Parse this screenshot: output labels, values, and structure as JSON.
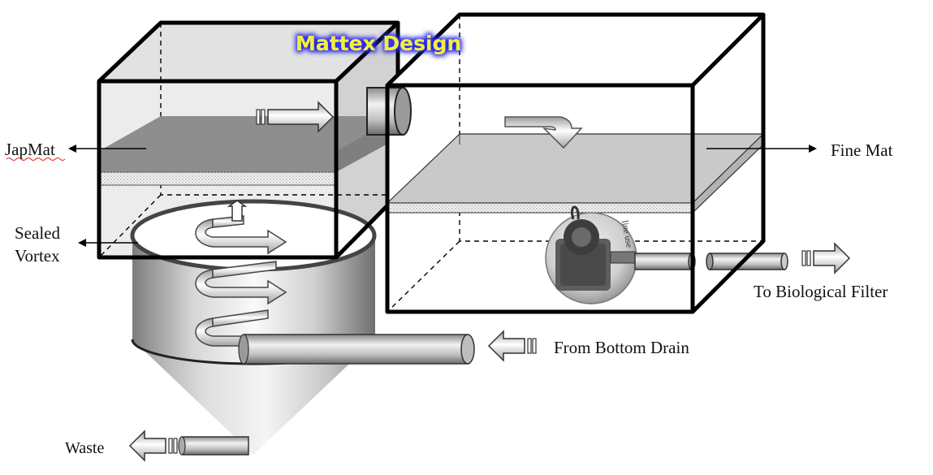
{
  "brand": "Mattex Design",
  "labels": {
    "japmat": "JapMat",
    "fine_mat": "Fine Mat",
    "sealed": "Sealed",
    "vortex": "Vortex",
    "to_bio": "To Biological Filter",
    "from_drain": "From Bottom Drain",
    "waste": "Waste",
    "pump_text": "line use"
  },
  "colors": {
    "brand_text": "#f3ef39",
    "brand_glow": "#2a2ae6",
    "mat": "#8e8e8e",
    "fine_mat": "#c9c9c9"
  }
}
